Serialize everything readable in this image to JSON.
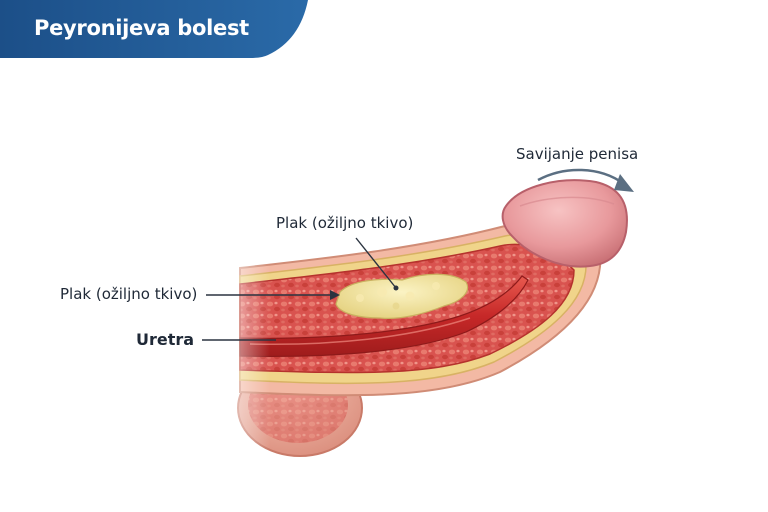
{
  "title": "Peyronijeva bolest",
  "labels": {
    "plaque_top": "Plak (ožiljno tkivo)",
    "plaque_left": "Plak (ožiljno tkivo)",
    "urethra": "Uretra",
    "bending": "Savijanje penisa"
  },
  "colors": {
    "banner": "#1f5a96",
    "tissue": "#d9534f",
    "skin": "#f3b9a4",
    "plaque": "#f2e3a0",
    "urethra": "#c62828",
    "arrow": "#5b6f82"
  }
}
